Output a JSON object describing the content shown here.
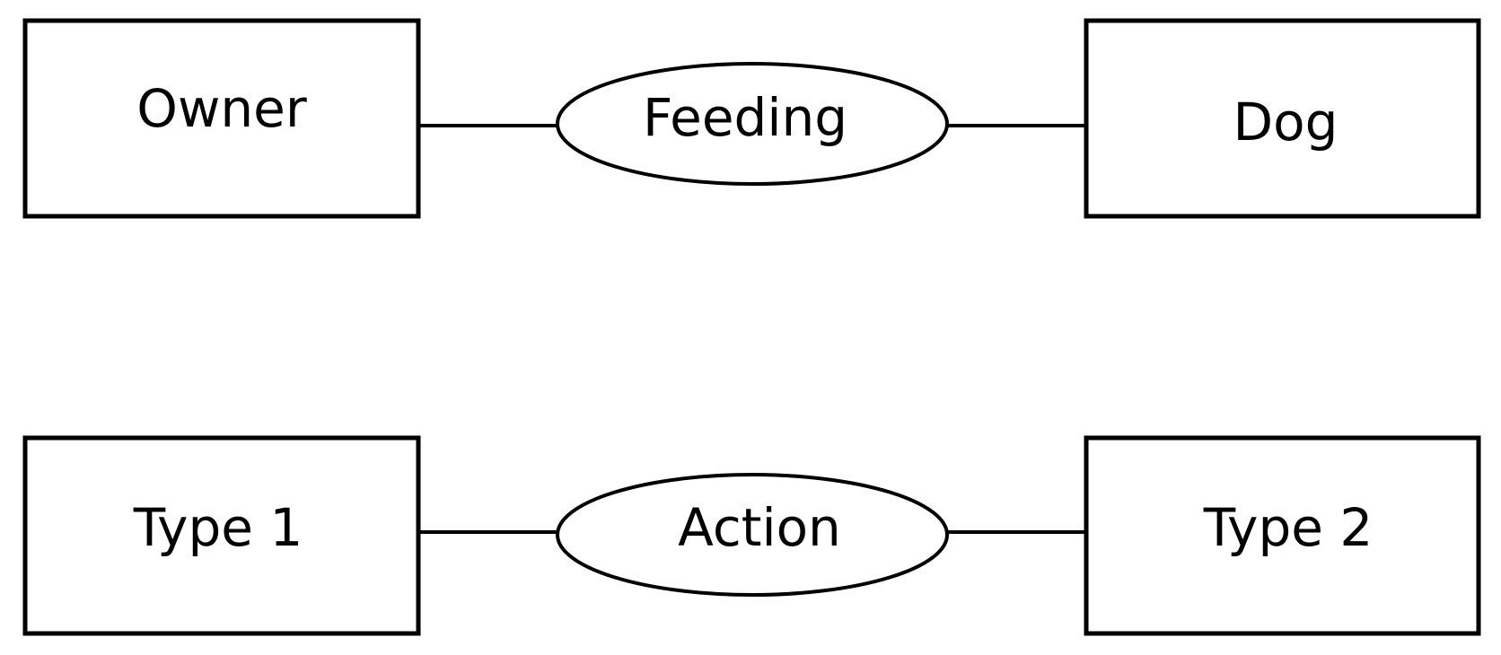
{
  "diagram": {
    "rows": [
      {
        "left_entity": "Owner",
        "relationship": "Feeding",
        "right_entity": "Dog"
      },
      {
        "left_entity": "Type 1",
        "relationship": "Action",
        "right_entity": "Type 2"
      }
    ]
  },
  "colors": {
    "stroke": "#000000",
    "background": "#ffffff"
  }
}
